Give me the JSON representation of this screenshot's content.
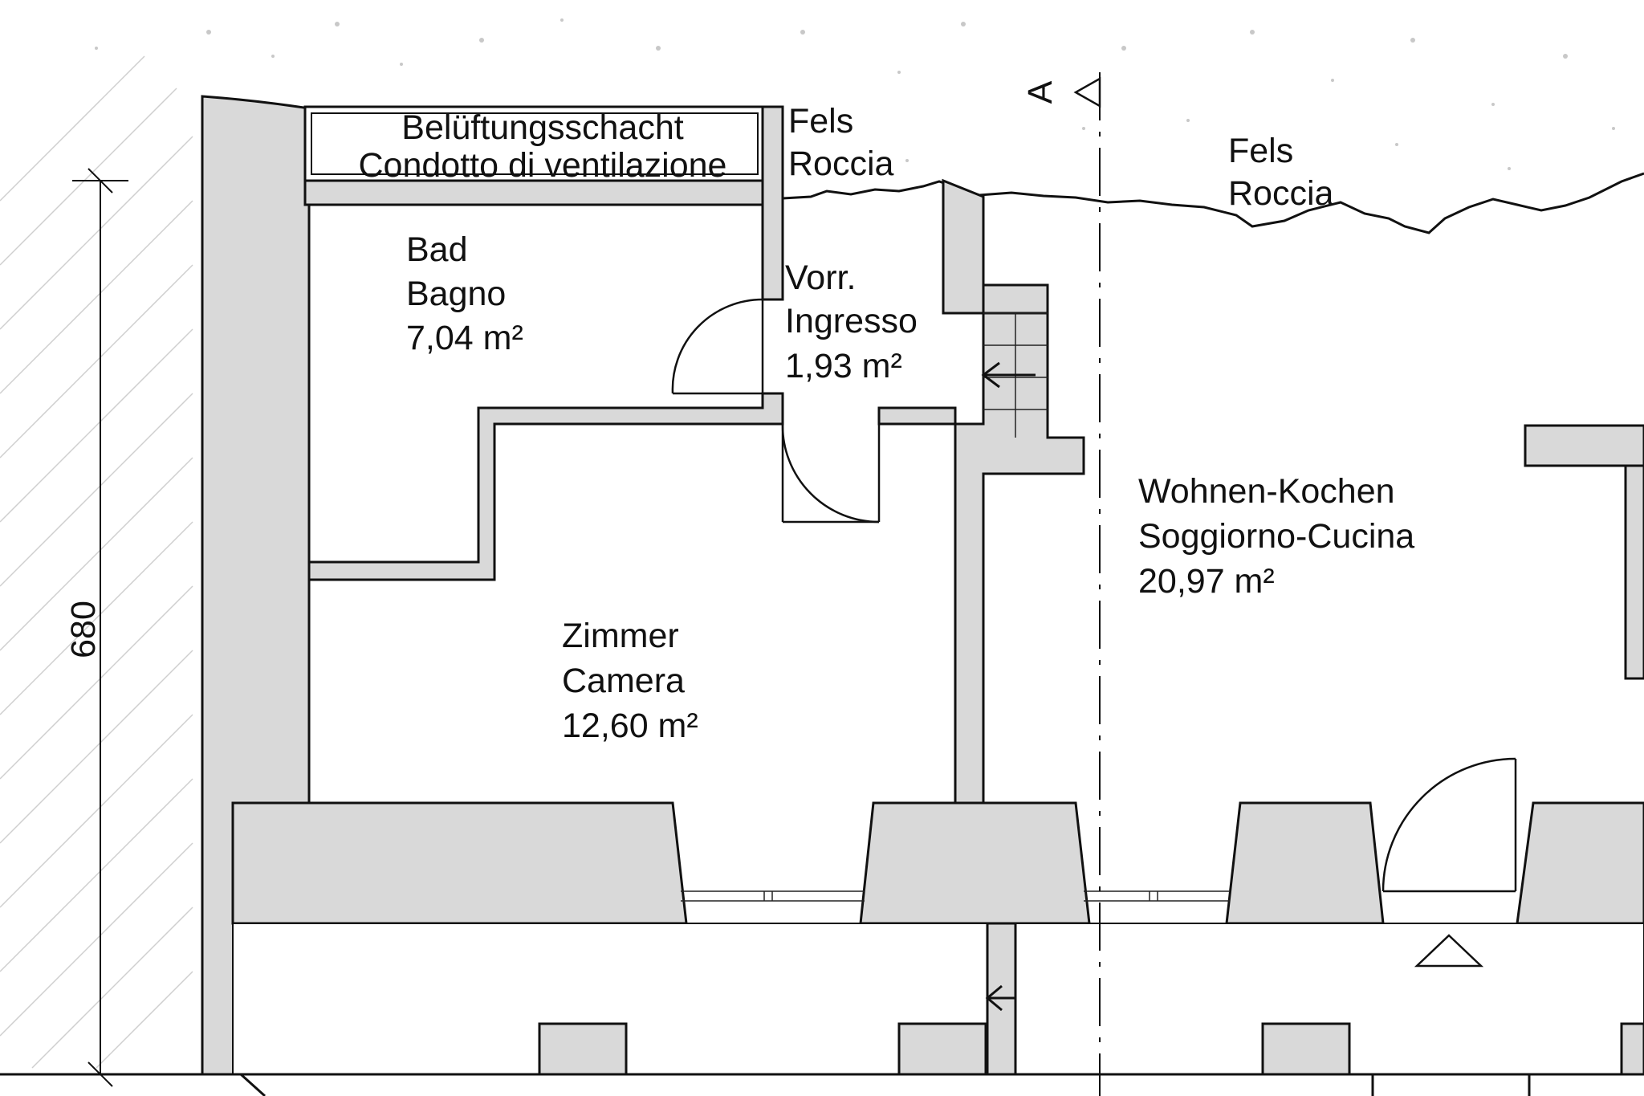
{
  "rooms": {
    "ventilation": {
      "de": "Belüftungsschacht",
      "it": "Condotto di ventilazione"
    },
    "rock_left": {
      "de": "Fels",
      "it": "Roccia"
    },
    "rock_right": {
      "de": "Fels",
      "it": "Roccia"
    },
    "bath": {
      "de": "Bad",
      "it": "Bagno",
      "area": "7,04 m²"
    },
    "entrance": {
      "de": "Vorr.",
      "it": "Ingresso",
      "area": "1,93 m²"
    },
    "living": {
      "de": "Wohnen-Kochen",
      "it": "Soggiorno-Cucina",
      "area": "20,97 m²"
    },
    "room": {
      "de": "Zimmer",
      "it": "Camera",
      "area": "12,60 m²"
    }
  },
  "dimensions": {
    "height": "680"
  },
  "section_marker": "A",
  "colors": {
    "wall_fill": "#d9d9d9",
    "line": "#111111",
    "background": "#ffffff"
  }
}
